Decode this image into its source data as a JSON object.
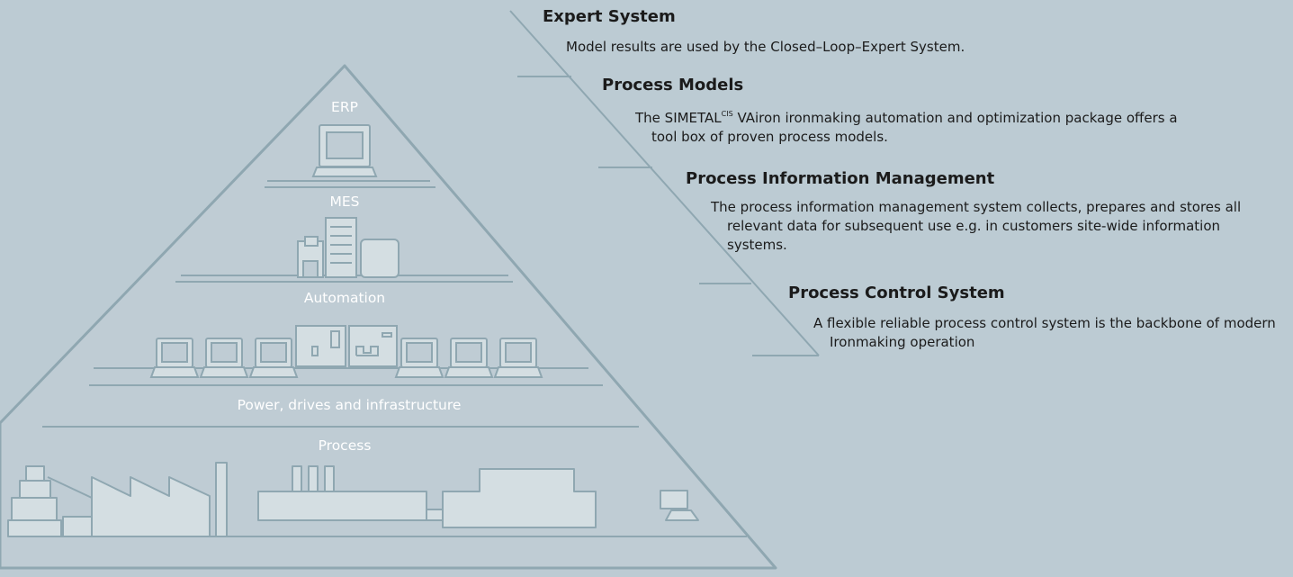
{
  "pyramid": {
    "erp": "ERP",
    "mes": "MES",
    "automation": "Automation",
    "power": "Power, drives and infrastructure",
    "process": "Process"
  },
  "levels": [
    {
      "title": "Expert System",
      "text": "Model results are used by the Closed–Loop–Expert System."
    },
    {
      "title": "Process Models",
      "text_before": "The SIMETAL",
      "text_sup": "CIS",
      "text_after": " VAiron ironmaking automation and optimization package offers a tool box of proven process models."
    },
    {
      "title": "Process Information Management",
      "text": "The process information management system collects, prepares and stores all relevant data for subsequent use e.g. in customers site-wide information systems."
    },
    {
      "title": "Process Control System",
      "text": "A flexible reliable process control system is the backbone of modern Ironmaking operation"
    }
  ],
  "colors": {
    "background": "#bccbd3",
    "pyramid_fill": "#bfccd4",
    "lines": "#8fa7b1",
    "icons": "#d4dee2"
  }
}
